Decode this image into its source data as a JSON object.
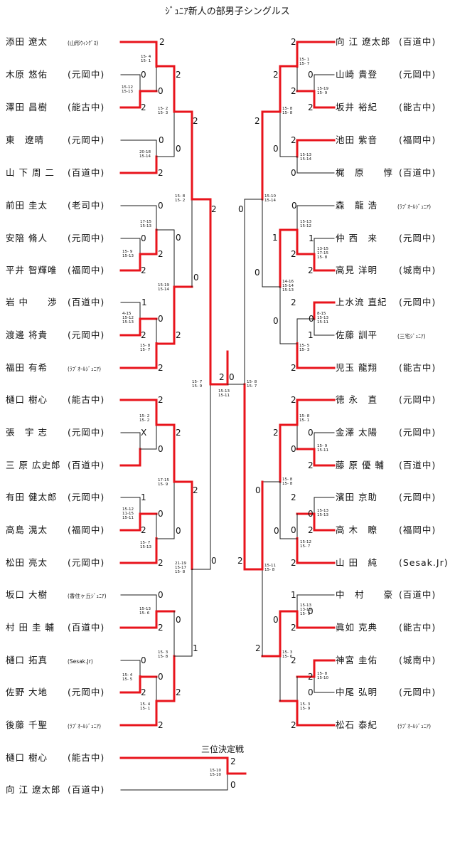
{
  "title": "ｼﾞｭﾆｱ新人の部男子シングルス",
  "third_place_title": "三位決定戦",
  "left_players": [
    {
      "name": "添田 遼太",
      "school": "(山形ｳｨﾝｸﾞｽ)",
      "school_small": true
    },
    {
      "name": "木原 悠佑",
      "school": "(元岡中)"
    },
    {
      "name": "澤田 昌樹",
      "school": "(能古中)"
    },
    {
      "name": "東　遼晴",
      "school": "(元岡中)"
    },
    {
      "name": "山 下 周 二",
      "school": "(百道中)"
    },
    {
      "name": "前田 圭太",
      "school": "(老司中)"
    },
    {
      "name": "安陪 脩人",
      "school": "(元岡中)"
    },
    {
      "name": "平井 智輝唯",
      "school": "(福岡中)"
    },
    {
      "name": "岩 中　　渉",
      "school": "(百道中)"
    },
    {
      "name": "渡邊 将貴",
      "school": "(元岡中)"
    },
    {
      "name": "福田 有希",
      "school": "(ﾗﾌﾞｵｰﾙｼﾞｭﾆｱ)",
      "school_small": true
    },
    {
      "name": "樋口 樹心",
      "school": "(能古中)"
    },
    {
      "name": "張　宇 志",
      "school": "(元岡中)"
    },
    {
      "name": "三 原 広史郎",
      "school": "(百道中)"
    },
    {
      "name": "有田 健太郎",
      "school": "(元岡中)"
    },
    {
      "name": "高島 滉太",
      "school": "(福岡中)"
    },
    {
      "name": "松田 亮太",
      "school": "(元岡中)"
    },
    {
      "name": "坂口 大樹",
      "school": "(香住ヶ丘ｼﾞｭﾆｱ)",
      "school_small": true
    },
    {
      "name": "村 田 圭 輔",
      "school": "(百道中)"
    },
    {
      "name": "樋口 拓真",
      "school": "(Sesak.Jr)",
      "school_small": true
    },
    {
      "name": "佐野 大地",
      "school": "(元岡中)"
    },
    {
      "name": "後藤 千聖",
      "school": "(ﾗﾌﾞｵｰﾙｼﾞｭﾆｱ)",
      "school_small": true
    }
  ],
  "right_players": [
    {
      "name": "向 江 遼太郎",
      "school": "(百道中)"
    },
    {
      "name": "山崎 貴登",
      "school": "(元岡中)"
    },
    {
      "name": "坂井 裕紀",
      "school": "(能古中)"
    },
    {
      "name": "池田 紫音",
      "school": "(福岡中)"
    },
    {
      "name": "梶　原　　惇",
      "school": "(百道中)"
    },
    {
      "name": "森　龍 浩",
      "school": "(ﾗﾌﾞｵｰﾙｼﾞｭﾆｱ)",
      "school_small": true
    },
    {
      "name": "仲 西　来",
      "school": "(元岡中)"
    },
    {
      "name": "高見 洋明",
      "school": "(城南中)"
    },
    {
      "name": "上水流 直紀",
      "school": "(元岡中)"
    },
    {
      "name": "佐藤 訓平",
      "school": "(三宅ｼﾞｭﾆｱ)",
      "school_small": true
    },
    {
      "name": "児玉 龍翔",
      "school": "(能古中)"
    },
    {
      "name": "徳 永　直",
      "school": "(元岡中)"
    },
    {
      "name": "金澤 太陽",
      "school": "(元岡中)"
    },
    {
      "name": "藤 原 優 輔",
      "school": "(百道中)"
    },
    {
      "name": "濱田 京助",
      "school": "(元岡中)"
    },
    {
      "name": "高 木　瞭",
      "school": "(福岡中)"
    },
    {
      "name": "山 田　純",
      "school": "(Sesak.Jr)"
    },
    {
      "name": "中　村　　豪",
      "school": "(百道中)"
    },
    {
      "name": "眞如 克典",
      "school": "(能古中)"
    },
    {
      "name": "神宮 圭佑",
      "school": "(城南中)"
    },
    {
      "name": "中尾 弘明",
      "school": "(元岡中)"
    },
    {
      "name": "松石 泰紀",
      "school": "(ﾗﾌﾞｵｰﾙｼﾞｭﾆｱ)",
      "school_small": true
    }
  ],
  "third_place_players": [
    {
      "name": "樋口 樹心",
      "school": "(能古中)"
    },
    {
      "name": "向 江 遼太郎",
      "school": "(百道中)"
    }
  ],
  "colors": {
    "win": "#e8141c",
    "lose": "#1a1a1a",
    "text": "#111111"
  }
}
